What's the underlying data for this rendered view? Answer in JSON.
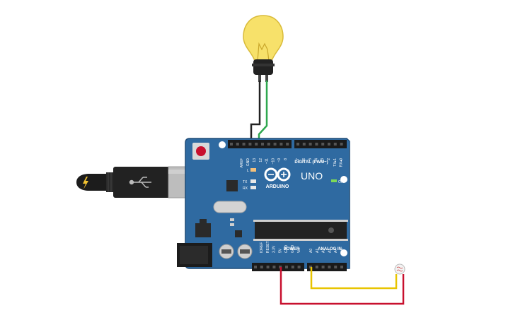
{
  "board": {
    "logo": "UNO",
    "brand": "ARDUINO",
    "on_label": "ON",
    "l_label": "L",
    "tx_label": "TX",
    "rx_label": "RX",
    "aref": "AREF",
    "gnd": "GND",
    "digital_label": "DIGITAL (PWM~)",
    "power_label": "POWER",
    "analog_label": "ANALOG IN",
    "digital_pins": [
      "13",
      "12",
      "~11",
      "~10",
      "~9",
      "8",
      "7",
      "~6",
      "~5",
      "4",
      "~3",
      "2",
      "TX▸1",
      "RX◂0"
    ],
    "power_pins": [
      "IOREF",
      "RESET",
      "3.3V",
      "5V",
      "GND",
      "GND",
      "Vin"
    ],
    "analog_pins": [
      "A0",
      "A1",
      "A2",
      "A3",
      "A4",
      "A5"
    ]
  },
  "colors": {
    "board": "#2f6aa1",
    "board_edge": "#1f4c78",
    "bulb": "#f7e16a",
    "wire_black": "#222222",
    "wire_green": "#2fa84f",
    "wire_red": "#c8102e",
    "wire_yellow": "#e8c400"
  },
  "icons": [
    "bulb-icon",
    "usb-plug-icon",
    "lightning-icon",
    "sensor-icon",
    "arduino-logo-icon"
  ]
}
